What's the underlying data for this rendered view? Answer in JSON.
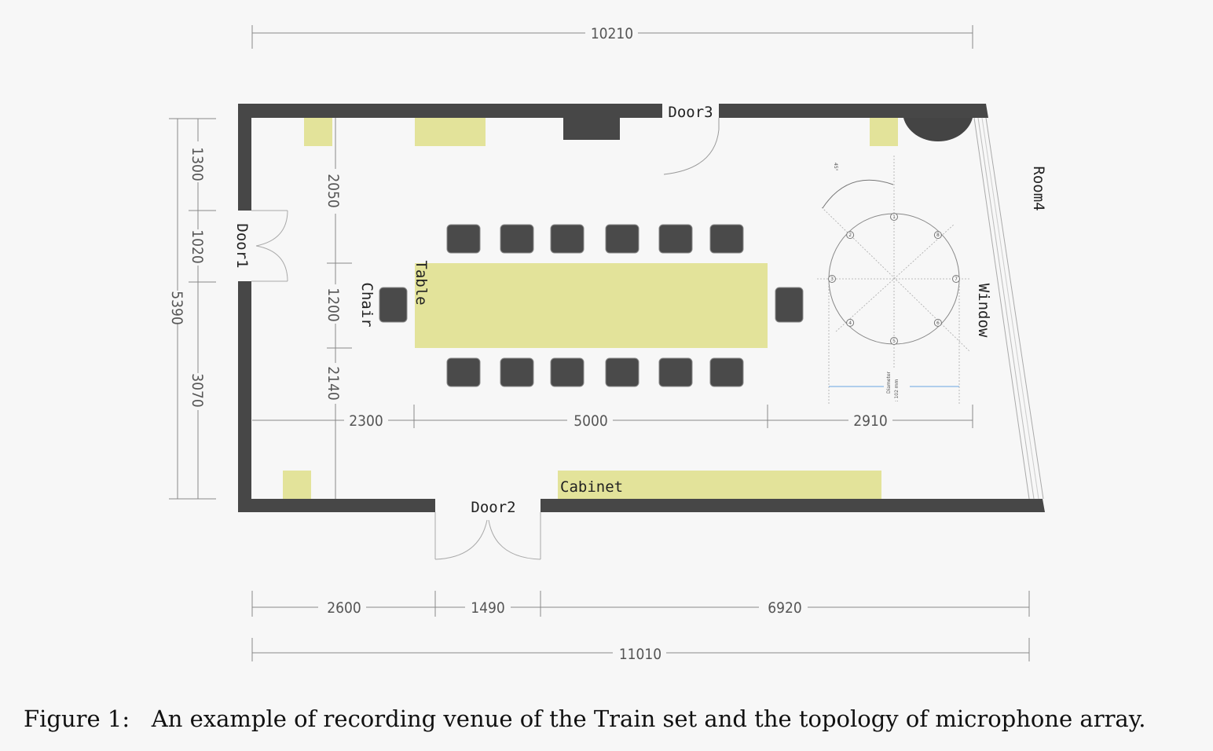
{
  "labels": {
    "door1": "Door1",
    "door2": "Door2",
    "door3": "Door3",
    "room4": "Room4",
    "window": "Window",
    "table": "Table",
    "chair": "Chair",
    "cabinet": "Cabinet"
  },
  "dimensions": {
    "top_total": "10210",
    "bottom_total": "11010",
    "bottom_segments": [
      "2600",
      "1490",
      "6920"
    ],
    "mid_segments": [
      "2300",
      "5000",
      "2910"
    ],
    "left_total": "5390",
    "left_segments": [
      "1300",
      "1020",
      "3070"
    ],
    "inner_vertical": [
      "2050",
      "1200",
      "2140"
    ]
  },
  "mic_array": {
    "mics": [
      "1",
      "2",
      "3",
      "4",
      "5",
      "6",
      "7",
      "8"
    ],
    "angle": "45°",
    "diameter_label": "Diameter",
    "diameter_value": ": 102 mm"
  },
  "caption": {
    "label": "Figure 1:",
    "text": "An example of recording venue of the Train set and the topology of microphone array."
  }
}
